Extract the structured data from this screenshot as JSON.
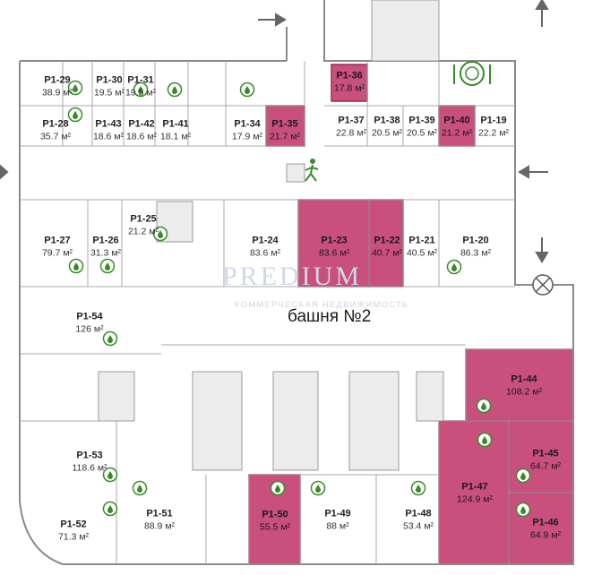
{
  "tower_label": "башня №2",
  "watermark": {
    "name": "PREDIUM",
    "subtitle": "КОММЕРЧЕСКАЯ НЕДВИЖИМОСТЬ"
  },
  "area_unit": "м²",
  "colors": {
    "sold": "#c94f7c",
    "sold_stroke": "#9a2d56",
    "icon": "#3a8a2a",
    "wall": "#8a8a8a"
  },
  "units": [
    {
      "code": "P1-29",
      "area": "38.9 м²",
      "sold": false
    },
    {
      "code": "P1-30",
      "area": "19.5 м²",
      "sold": false
    },
    {
      "code": "P1-31",
      "area": "19.5 м²",
      "sold": false
    },
    {
      "code": "P1-28",
      "area": "35.7 м²",
      "sold": false
    },
    {
      "code": "P1-43",
      "area": "18.6 м²",
      "sold": false
    },
    {
      "code": "P1-42",
      "area": "18.6 м²",
      "sold": false
    },
    {
      "code": "P1-41",
      "area": "18.1 м²",
      "sold": false
    },
    {
      "code": "P1-34",
      "area": "17.9 м²",
      "sold": false
    },
    {
      "code": "P1-35",
      "area": "21.7 м²",
      "sold": true
    },
    {
      "code": "P1-36",
      "area": "17.8 м²",
      "sold": true
    },
    {
      "code": "P1-37",
      "area": "22.8 м²",
      "sold": false
    },
    {
      "code": "P1-38",
      "area": "20.5 м²",
      "sold": false
    },
    {
      "code": "P1-39",
      "area": "20.5 м²",
      "sold": false
    },
    {
      "code": "P1-40",
      "area": "21.2 м²",
      "sold": true
    },
    {
      "code": "P1-19",
      "area": "22.2 м²",
      "sold": false
    },
    {
      "code": "P1-25",
      "area": "21.2 м²",
      "sold": false
    },
    {
      "code": "P1-27",
      "area": "79.7 м²",
      "sold": false
    },
    {
      "code": "P1-26",
      "area": "31.3 м²",
      "sold": false
    },
    {
      "code": "P1-24",
      "area": "83.6 м²",
      "sold": false
    },
    {
      "code": "P1-23",
      "area": "83.6 м²",
      "sold": true
    },
    {
      "code": "P1-22",
      "area": "40.7 м²",
      "sold": true
    },
    {
      "code": "P1-21",
      "area": "40.5 м²",
      "sold": false
    },
    {
      "code": "P1-20",
      "area": "86.3 м²",
      "sold": false
    },
    {
      "code": "P1-54",
      "area": "126 м²",
      "sold": false
    },
    {
      "code": "P1-44",
      "area": "108.2 м²",
      "sold": true
    },
    {
      "code": "P1-53",
      "area": "118.6 м²",
      "sold": false
    },
    {
      "code": "P1-45",
      "area": "64.7 м²",
      "sold": true
    },
    {
      "code": "P1-47",
      "area": "124.9 м²",
      "sold": true
    },
    {
      "code": "P1-52",
      "area": "71.3 м²",
      "sold": false
    },
    {
      "code": "P1-51",
      "area": "88.9 м²",
      "sold": false
    },
    {
      "code": "P1-50",
      "area": "55.5 м²",
      "sold": true
    },
    {
      "code": "P1-49",
      "area": "88 м²",
      "sold": false
    },
    {
      "code": "P1-48",
      "area": "53.4 м²",
      "sold": false
    },
    {
      "code": "P1-46",
      "area": "64.9 м²",
      "sold": true
    }
  ],
  "icons": [
    "water-drop-icon",
    "restaurant-icon",
    "exit-stairs-icon",
    "arrow-icon",
    "ventilation-icon"
  ]
}
